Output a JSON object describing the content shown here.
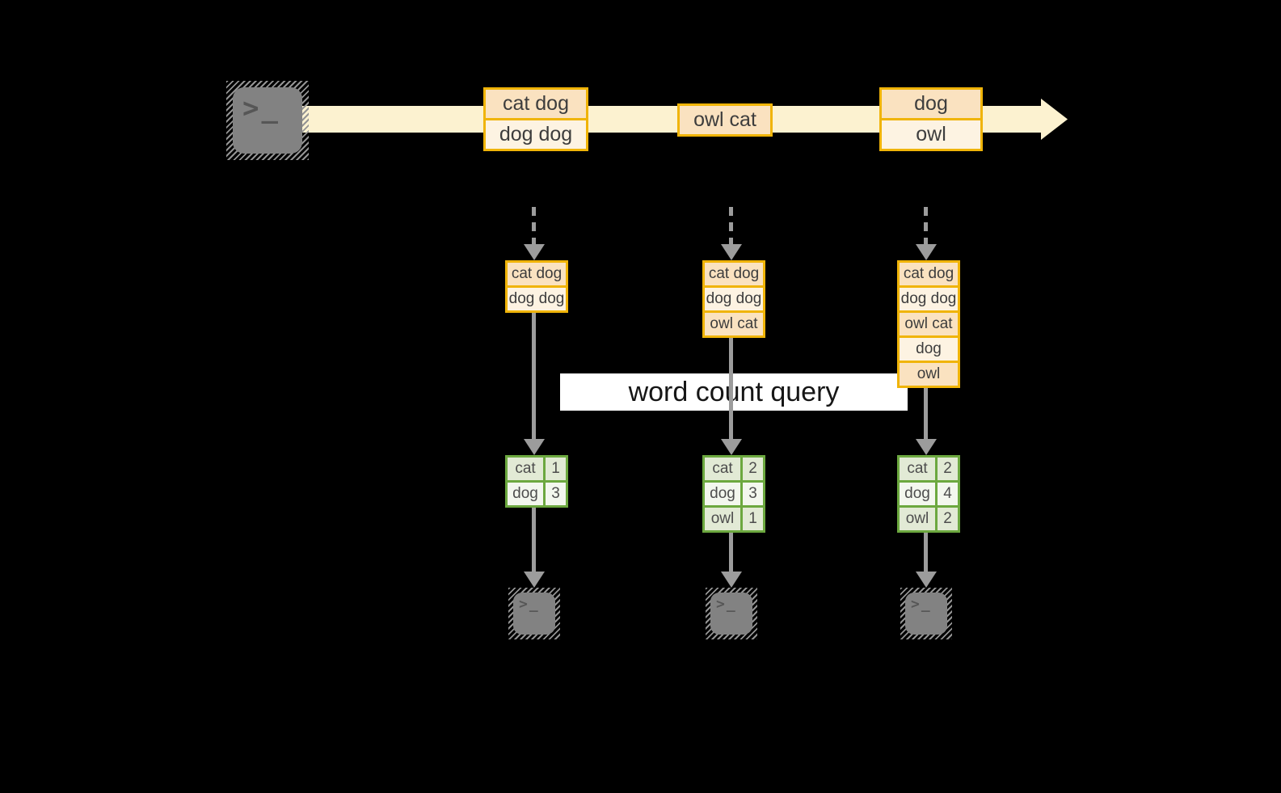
{
  "label": {
    "text": "word count query"
  },
  "source_terminal": {
    "prompt_gt": ">",
    "prompt_underscore": "_"
  },
  "stream": {
    "events": [
      {
        "lines": [
          "cat dog",
          "dog dog"
        ]
      },
      {
        "lines": [
          "owl cat"
        ]
      },
      {
        "lines": [
          "dog",
          "owl"
        ]
      }
    ]
  },
  "consumers": [
    {
      "buffer": [
        "cat dog",
        "dog dog"
      ],
      "counts": [
        {
          "word": "cat",
          "count": "1"
        },
        {
          "word": "dog",
          "count": "3"
        }
      ],
      "sink_prompt": ">_"
    },
    {
      "buffer": [
        "cat dog",
        "dog dog",
        "owl cat"
      ],
      "counts": [
        {
          "word": "cat",
          "count": "2"
        },
        {
          "word": "dog",
          "count": "3"
        },
        {
          "word": "owl",
          "count": "1"
        }
      ],
      "sink_prompt": ">_"
    },
    {
      "buffer": [
        "cat dog",
        "dog dog",
        "owl cat",
        "dog",
        "owl"
      ],
      "counts": [
        {
          "word": "cat",
          "count": "2"
        },
        {
          "word": "dog",
          "count": "4"
        },
        {
          "word": "owl",
          "count": "2"
        }
      ],
      "sink_prompt": ">_"
    }
  ],
  "colors": {
    "background": "#000000",
    "stream_band": "#fcf2d0",
    "event_border": "#f0b408",
    "event_fill_dark": "#fae2c0",
    "event_fill_light": "#fdf3e2",
    "table_border": "#6ca83f",
    "table_fill_dark": "#e2ead5",
    "table_fill_light": "#f3f7ee",
    "arrow_gray": "#9c9c9c",
    "terminal_gray": "#828282"
  }
}
